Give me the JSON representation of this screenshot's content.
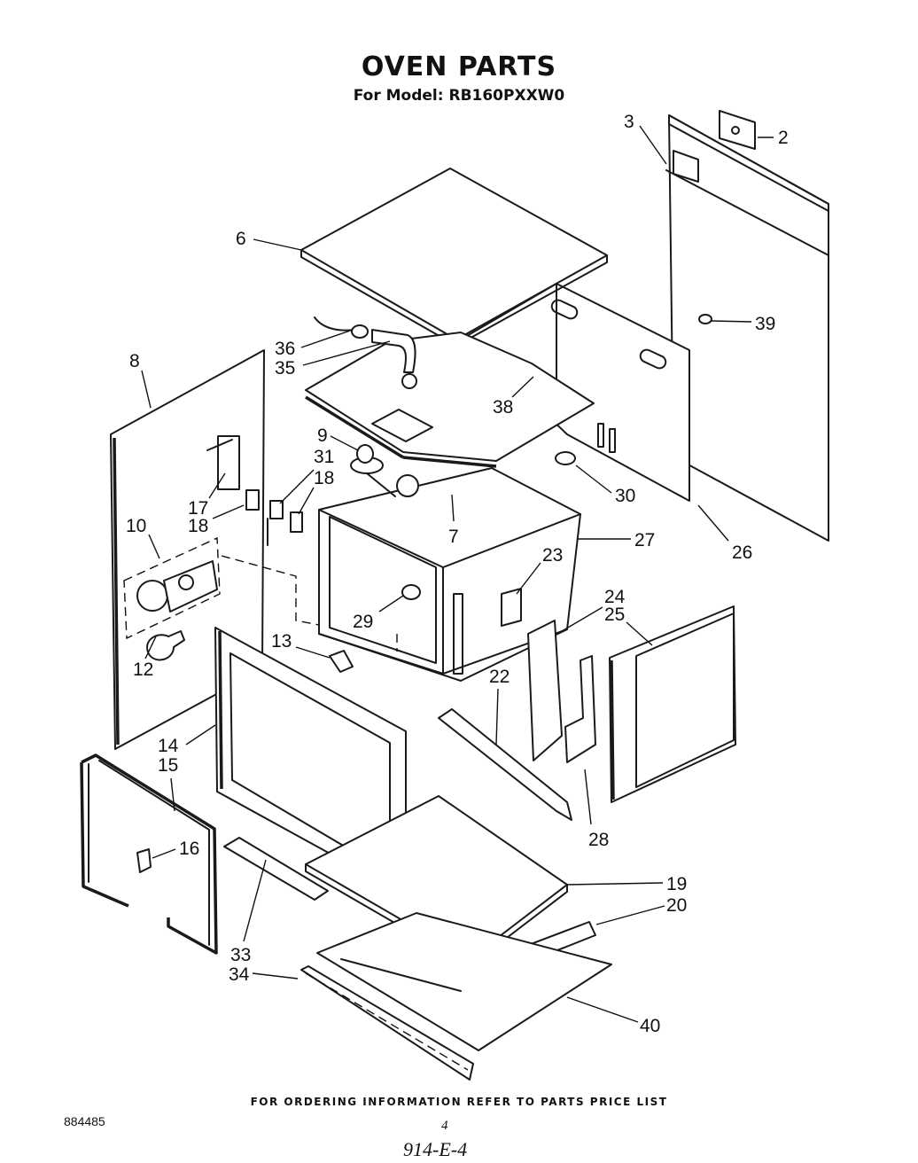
{
  "header": {
    "title": "OVEN PARTS",
    "model_line": "For Model: RB160PXXW0"
  },
  "callouts": [
    "2",
    "3",
    "6",
    "8",
    "36",
    "35",
    "39",
    "9",
    "31",
    "18",
    "38",
    "17",
    "18",
    "10",
    "30",
    "7",
    "27",
    "26",
    "23",
    "29",
    "24",
    "25",
    "13",
    "12",
    "22",
    "14",
    "15",
    "28",
    "16",
    "19",
    "20",
    "33",
    "34",
    "40"
  ],
  "footer": {
    "ordering_note": "FOR ORDERING INFORMATION REFER TO PARTS PRICE LIST",
    "document_number": "884485",
    "page_number": "4",
    "handwritten_note": "914-E-4"
  }
}
